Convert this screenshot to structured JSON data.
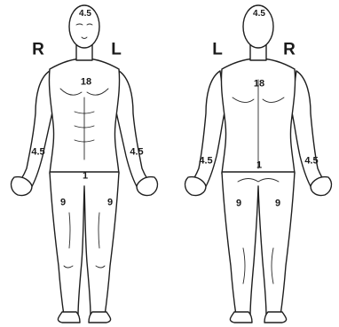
{
  "front": {
    "side_right": "R",
    "side_left": "L",
    "head": "4.5",
    "trunk": "18",
    "arm_right": "4.5",
    "arm_left": "4.5",
    "perineum": "1",
    "leg_right": "9",
    "leg_left": "9"
  },
  "back": {
    "side_left": "L",
    "side_right": "R",
    "head": "4.5",
    "trunk": "18",
    "arm_left": "4.5",
    "arm_right": "4.5",
    "perineum": "1",
    "leg_left": "9",
    "leg_right": "9"
  }
}
